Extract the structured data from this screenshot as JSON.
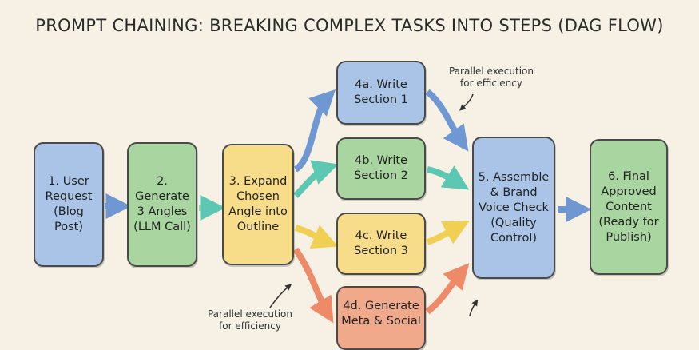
{
  "title": "PROMPT CHAINING: BREAKING COMPLEX TASKS INTO STEPS (DAG FLOW)",
  "nodes": {
    "n1": "1. User\nRequest\n(Blog Post)",
    "n2": "2.\nGenerate\n3 Angles\n(LLM Call)",
    "n3": "3. Expand\nChosen\nAngle into\nOutline",
    "n4a": "4a. Write\nSection 1",
    "n4b": "4b. Write\nSection 2",
    "n4c": "4c. Write\nSection 3",
    "n4d": "4d. Generate\nMeta & Social",
    "n5": "5. Assemble\n& Brand\nVoice Check\n(Quality\nControl)",
    "n6": "6. Final\nApproved\nContent\n(Ready for\nPublish)"
  },
  "notes": {
    "top": "Parallel execution\nfor efficiency",
    "bottom": "Parallel execution\nfor efficiency"
  },
  "colors": {
    "blue": "#a9c4e6",
    "green": "#a9d6a0",
    "yellow": "#f7dc8a",
    "orange": "#f1a98c",
    "arrow_blue": "#6f98d3",
    "arrow_teal": "#5cc7b3",
    "arrow_yellow": "#f1cf52",
    "arrow_orange": "#ee8a68"
  }
}
